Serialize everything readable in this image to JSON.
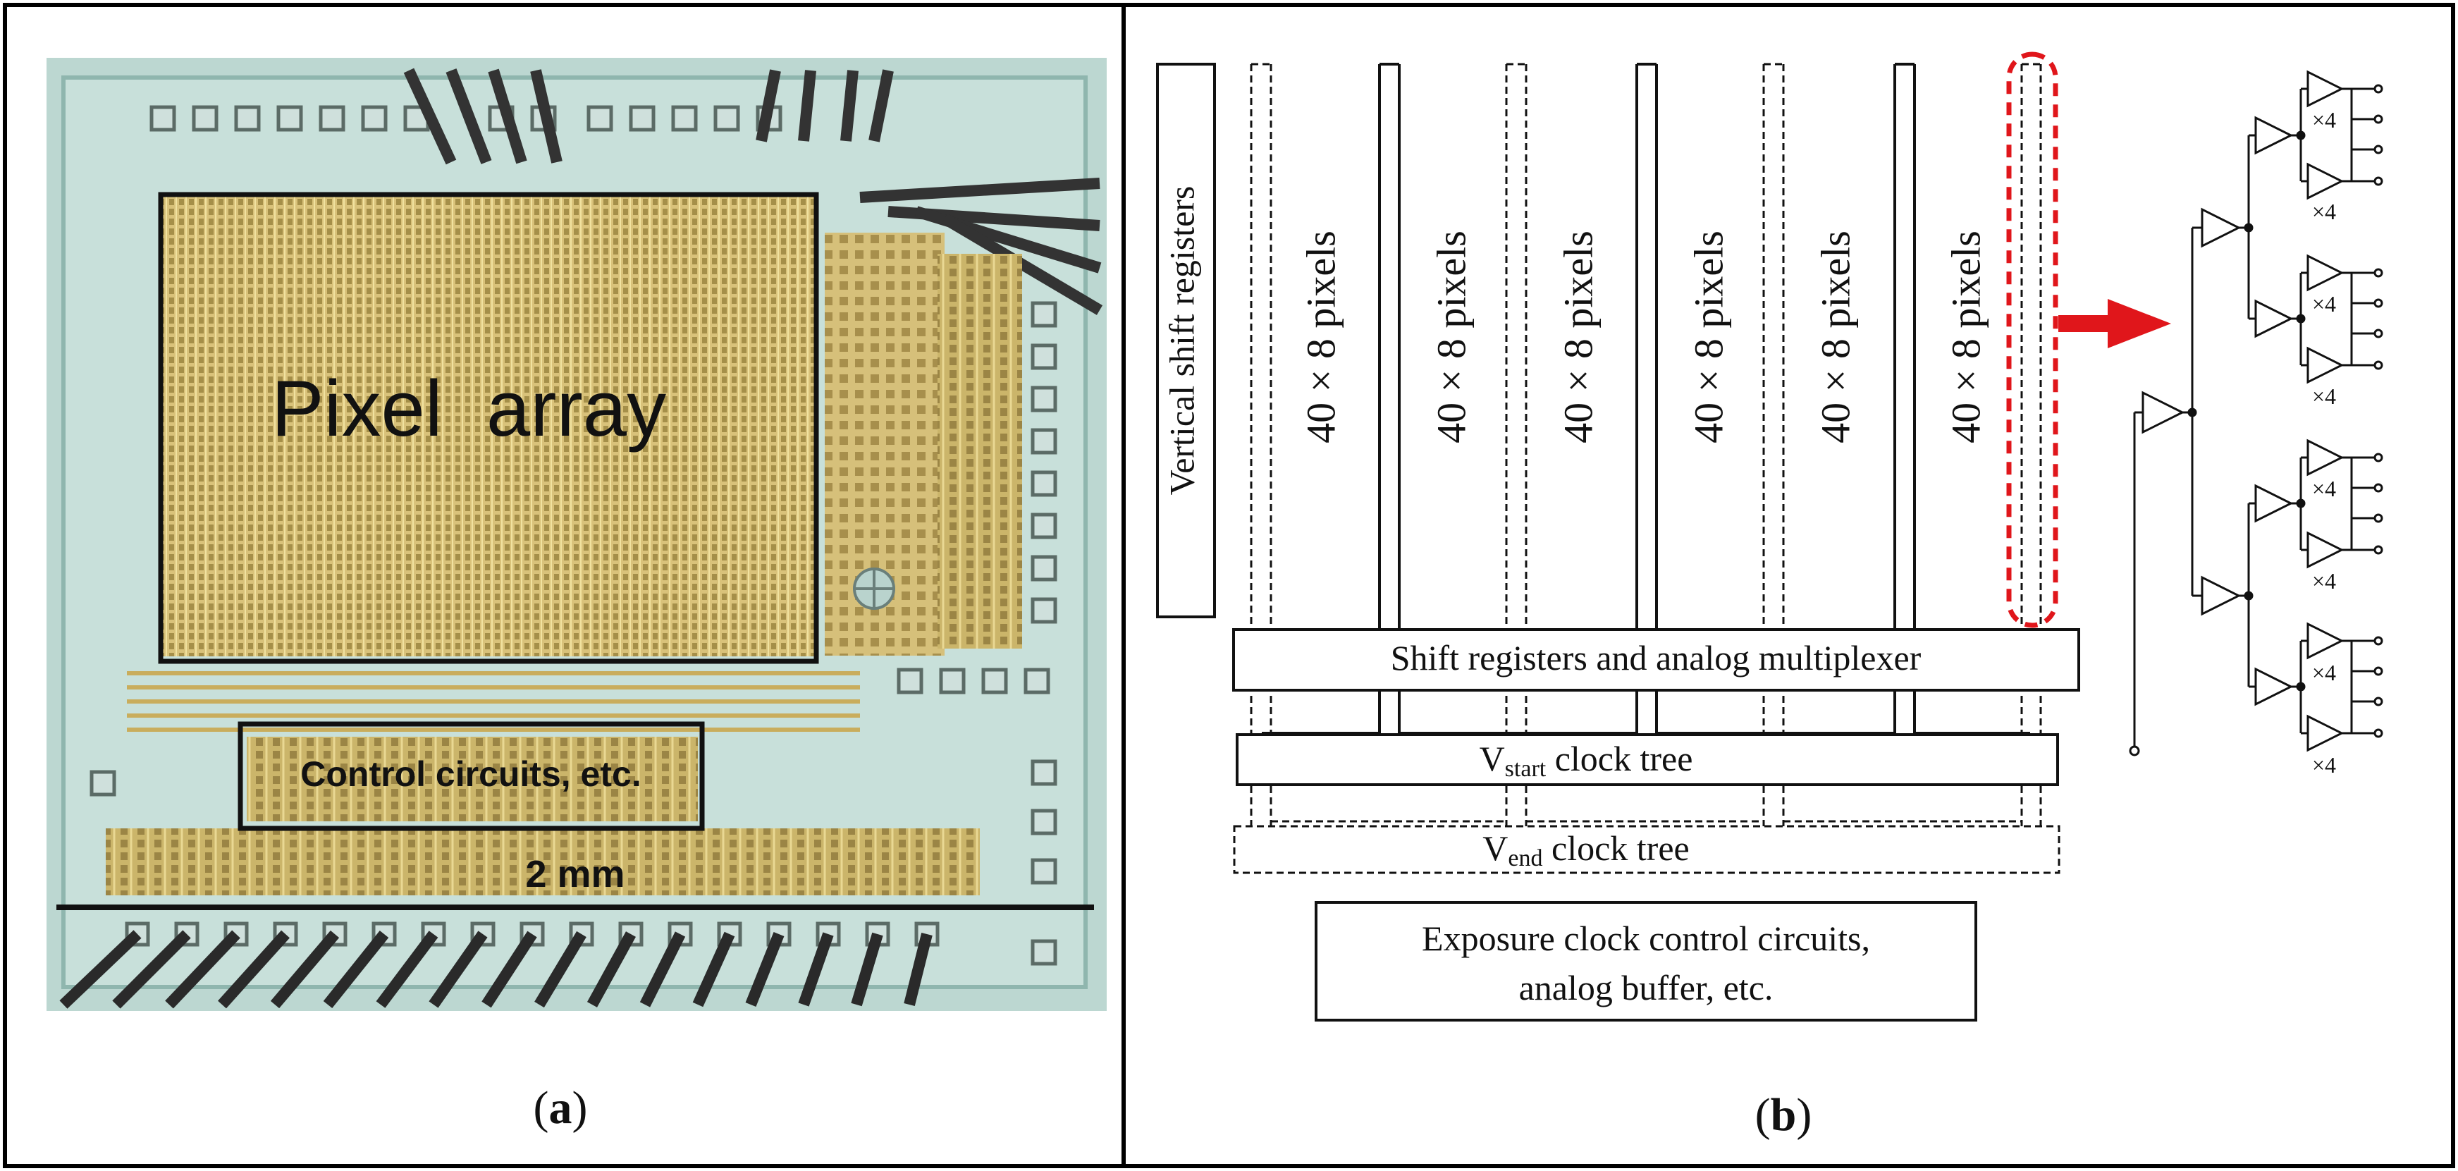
{
  "panel_a": {
    "pixel_array_label": "Pixel  array",
    "control_label": "Control circuits, etc.",
    "scale_label": "2 mm",
    "caption_letter": "a"
  },
  "panel_b": {
    "vertical_shift_label": "Vertical shift registers",
    "block_label": "40 × 8 pixels",
    "shift_mux_label": "Shift registers and analog multiplexer",
    "vstart_main": "V",
    "vstart_sub": "start",
    "vstart_rest": " clock tree",
    "vend_main": "V",
    "vend_sub": "end",
    "vend_rest": " clock tree",
    "exposure_line1": "Exposure clock control circuits,",
    "exposure_line2": "analog buffer, etc.",
    "fanout_label": "×4",
    "caption_letter": "b",
    "highlight_color": "#e0161b"
  }
}
